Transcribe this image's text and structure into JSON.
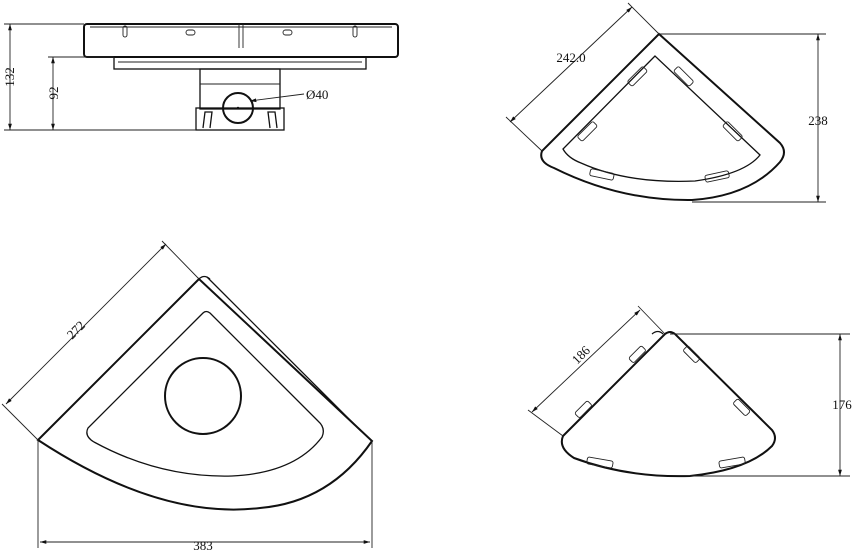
{
  "drawing": {
    "side_view": {
      "height_overall": "132",
      "height_mount": "92",
      "drain_diameter": "Ø40"
    },
    "top_right_view": {
      "edge_length": "242.0",
      "depth": "238"
    },
    "bottom_left_view": {
      "edge_length": "272",
      "width": "383"
    },
    "bottom_right_view": {
      "edge_length": "186",
      "depth": "176"
    }
  }
}
